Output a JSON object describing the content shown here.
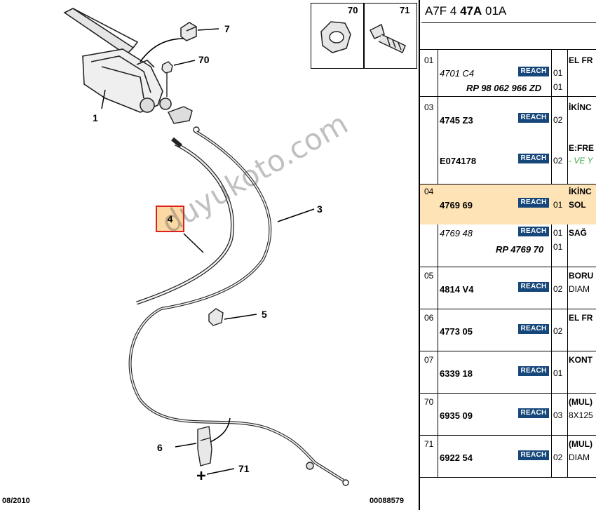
{
  "diagram": {
    "callouts": [
      "7",
      "70",
      "1",
      "3",
      "4",
      "5",
      "6",
      "71"
    ],
    "inset_labels": [
      "70",
      "71"
    ],
    "watermark": "duyukoto.com",
    "footer_left": "08/2010",
    "footer_right": "00088579"
  },
  "panel": {
    "header_pre": "A7F 4 ",
    "header_bold": "47A",
    "header_post": " 01A",
    "badge_label": "REACH",
    "rows": [
      {
        "idx": "01",
        "ref": "4701 C4",
        "rp": "RP 98 062 966 ZD",
        "qty": "01",
        "qty2": "01",
        "desc": "EL FR"
      },
      {
        "idx": "03",
        "ref": "4745 Z3",
        "qty": "02",
        "desc": "İKİNC"
      },
      {
        "idx": "",
        "ref": "E074178",
        "qty": "02",
        "desc": "E:FRE",
        "desc2": "- VE Y"
      },
      {
        "idx": "04",
        "ref": "4769 69",
        "qty": "01",
        "desc": "İKİNC",
        "desc2": "SOL"
      },
      {
        "idx": "",
        "ref": "4769 48",
        "rp": "RP 4769 70",
        "qty": "01",
        "qty2": "01",
        "desc": "SAĞ"
      },
      {
        "idx": "05",
        "ref": "4814 V4",
        "qty": "02",
        "desc": "BORU",
        "desc2": "DIAM"
      },
      {
        "idx": "06",
        "ref": "4773 05",
        "qty": "02",
        "desc": "EL FR"
      },
      {
        "idx": "07",
        "ref": "6339 18",
        "qty": "01",
        "desc": "KONT"
      },
      {
        "idx": "70",
        "ref": "6935 09",
        "qty": "03",
        "desc": "(MUL)",
        "desc2": "8X125"
      },
      {
        "idx": "71",
        "ref": "6922 54",
        "qty": "02",
        "desc": "(MUL)",
        "desc2": "DIAM"
      }
    ]
  }
}
